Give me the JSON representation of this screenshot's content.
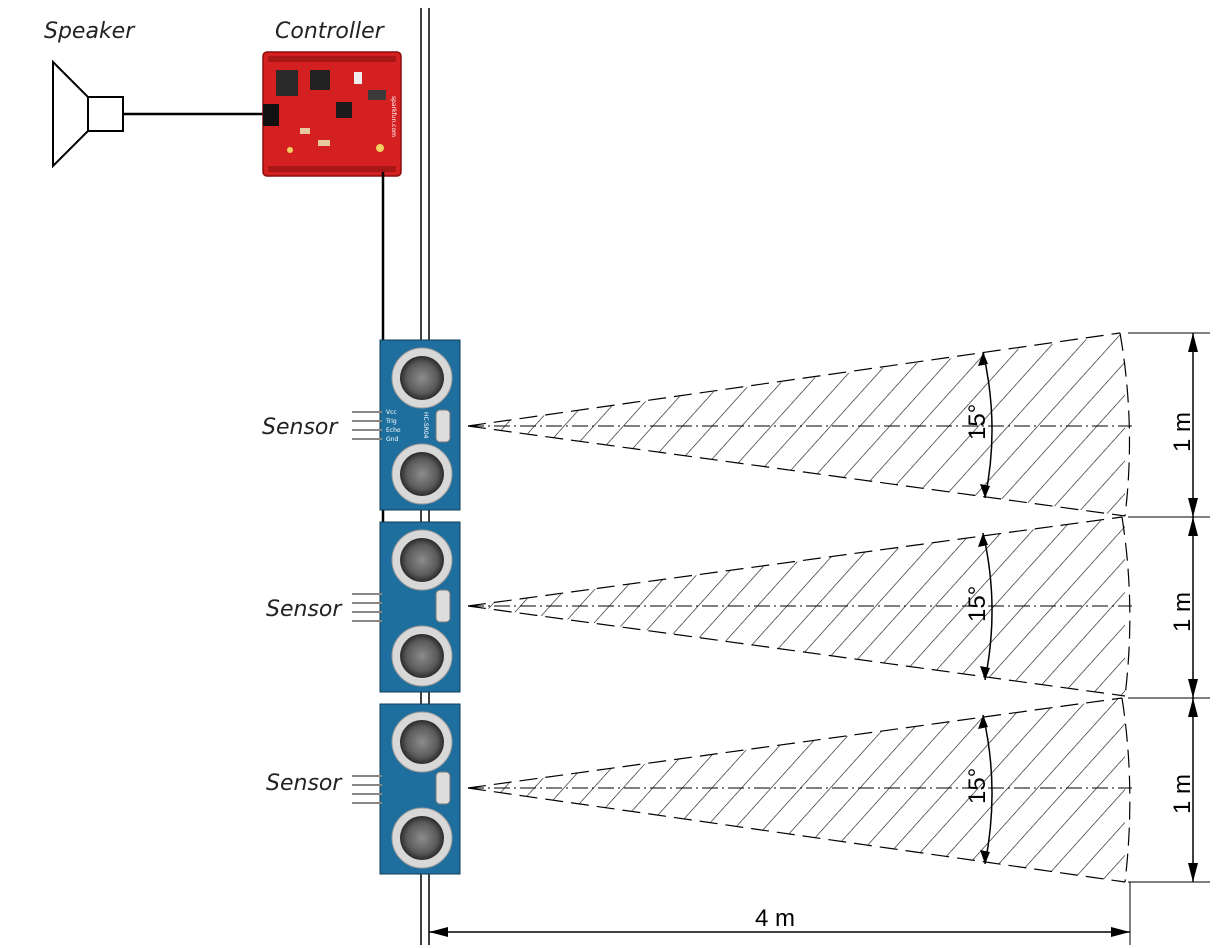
{
  "labels": {
    "speaker": "Speaker",
    "controller": "Controller",
    "sensor": "Sensor"
  },
  "sensors": [
    {
      "label": "Sensor",
      "beam_angle": "15°",
      "coverage": "1 m"
    },
    {
      "label": "Sensor",
      "beam_angle": "15°",
      "coverage": "1 m"
    },
    {
      "label": "Sensor",
      "beam_angle": "15°",
      "coverage": "1 m"
    }
  ],
  "range_label": "4 m",
  "sensor_model": "HC-SR04",
  "sensor_pins": [
    "Vcc",
    "Trig",
    "Echo",
    "Gnd"
  ],
  "controller_brand": "sparkfun.com",
  "colors": {
    "controller_board": "#d42020",
    "sensor_board": "#1f6f9e",
    "line": "#000000"
  }
}
